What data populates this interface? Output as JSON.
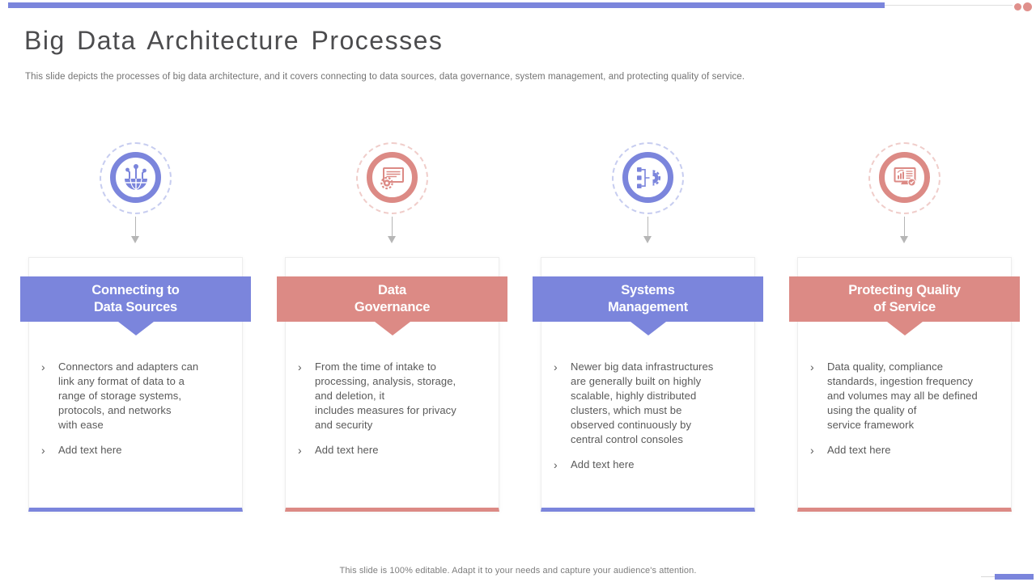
{
  "slide": {
    "title": "Big Data Architecture Processes",
    "subtitle": "This slide depicts the processes of big data architecture, and it covers connecting to data sources, data governance, system management, and protecting quality of service.",
    "footer_note": "This slide is 100% editable. Adapt it to your needs and capture your audience's attention."
  },
  "ui": {
    "bullet_char": "›"
  },
  "colors": {
    "accent_blue": "#7b85dc",
    "accent_salmon": "#dc8a85",
    "body_text": "#595959"
  },
  "columns": [
    {
      "icon": "globe-network-icon",
      "accent": "blue",
      "title_lines": [
        "Connecting to",
        "Data Sources"
      ],
      "bullets": [
        "Connectors and adapters can\nlink any format of data to a\nrange of storage systems,\nprotocols, and networks\nwith ease",
        "Add text here"
      ]
    },
    {
      "icon": "data-governance-certificate-icon",
      "accent": "salmon",
      "title_lines": [
        "Data",
        "Governance"
      ],
      "bullets": [
        "From the time of intake to\nprocessing, analysis, storage,\nand deletion,  it\nincludes measures for privacy\nand security",
        "Add text here"
      ]
    },
    {
      "icon": "systems-management-gear-icon",
      "accent": "blue",
      "title_lines": [
        "Systems",
        "Management"
      ],
      "bullets": [
        "Newer big data infrastructures\nare generally built on highly\nscalable, highly distributed\nclusters, which must be\nobserved continuously by\ncentral control consoles",
        "Add text here"
      ]
    },
    {
      "icon": "quality-monitor-icon",
      "accent": "salmon",
      "title_lines": [
        "Protecting Quality",
        "of Service"
      ],
      "bullets": [
        "Data quality, compliance\nstandards, ingestion frequency\nand volumes may all be defined\nusing the quality of\nservice framework",
        "Add text here"
      ]
    }
  ]
}
